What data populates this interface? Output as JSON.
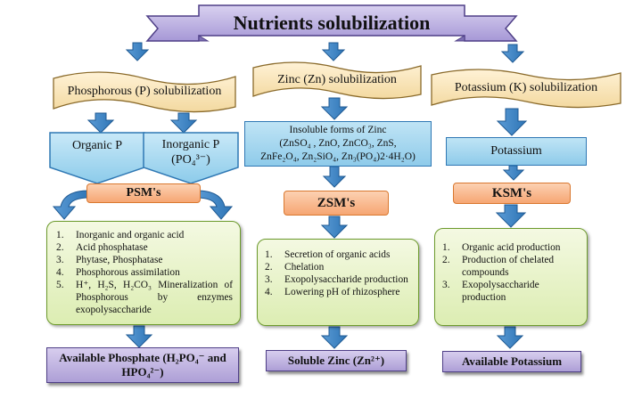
{
  "title": "Nutrients solubilization",
  "columns": {
    "phosphorus": {
      "heading": "Phosphorous (P) solubilization",
      "organic": "Organic P",
      "inorganic_line1": "Inorganic P",
      "inorganic_line2": "(PO₄³⁻)",
      "microbe": "PSM's",
      "mechanisms": [
        "Inorganic and organic acid",
        "Acid phosphatase",
        "Phytase, Phosphatase",
        "Phosphorous assimilation",
        "H⁺, H₂S, H₂CO₃ Mineralization of Phosphorous by enzymes exopolysaccharide"
      ],
      "result": "Available Phosphate (H₂PO₄⁻ and HPO₄²⁻)"
    },
    "zinc": {
      "heading": "Zinc (Zn) solubilization",
      "source_line1": "Insoluble forms of Zinc",
      "source_line2": "(ZnSO₄ , ZnO, ZnCO₃, ZnS,",
      "source_line3": "ZnFe₂O₄, Zn₂SiO₄, Zn₃(PO₄)2·4H₂O)",
      "microbe": "ZSM's",
      "mechanisms": [
        "Secretion of organic acids",
        "Chelation",
        "Exopolysaccharide production",
        "Lowering pH of rhizosphere"
      ],
      "result": "Soluble Zinc (Zn²⁺)"
    },
    "potassium": {
      "heading": "Potassium (K) solubilization",
      "source": "Potassium",
      "microbe": "KSM's",
      "mechanisms": [
        "Organic acid production",
        "Production of chelated compounds",
        "Exopolysaccharide production"
      ],
      "result": "Available Potassium"
    }
  },
  "colors": {
    "arrow": "#2e75b6",
    "banner": "#b9acdf",
    "blue_box": "#a9d9f0",
    "orange_box": "#f8b68a",
    "green_box": "#e6f2c6",
    "purple_box": "#c3b6e4"
  }
}
